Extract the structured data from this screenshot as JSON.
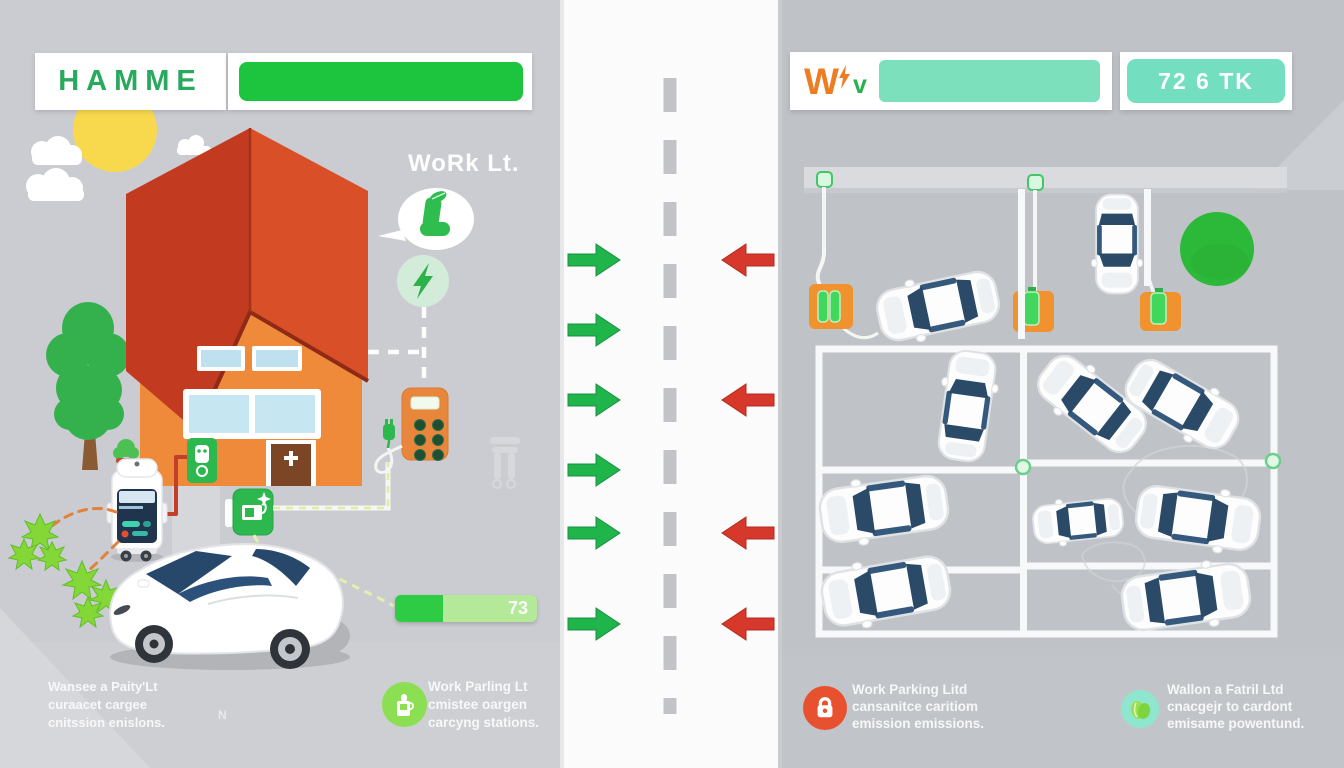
{
  "meta": {
    "type": "infographic-illustration",
    "theme": "EV charging comparison: home vs workplace parking lot"
  },
  "left_panel": {
    "header": {
      "brand": "HAMME"
    },
    "scene_label": "WoRk Lt.",
    "battery": {
      "value": "73",
      "percent_filled": 34
    },
    "captions": [
      {
        "lines": [
          "Wansee a Paity'Lt",
          "curaacet cargee",
          "cnitssion enislons."
        ],
        "footnote": "N"
      },
      {
        "icon": "ev-charger-icon",
        "lines": [
          "Work Parling Lt",
          "cmistee oargen",
          "carcyng stations."
        ]
      }
    ]
  },
  "divider": {
    "green_arrow_count": 6,
    "red_arrow_count": 4
  },
  "right_panel": {
    "header": {
      "brand_main": "W",
      "brand_sub": "v",
      "badge": "72 6 TK"
    },
    "captions": [
      {
        "icon": "padlock-icon",
        "lines": [
          "Work Parking Litd",
          "cansanitce caritiom",
          "emission emissions."
        ]
      },
      {
        "icon": "leaf-icon",
        "lines": [
          "Wallon a Fatril Ltd",
          "cnacgejr to cardont",
          "emisame powentund."
        ]
      }
    ],
    "parking": {
      "cars_in_grid": 8,
      "cars_at_chargers": 2,
      "charging_pads": 3
    }
  },
  "colors": {
    "bg_left": "#cbccd1",
    "bg_right": "#bfc2c7",
    "road": "#fbfbfc",
    "brand_green": "#29a95e",
    "progress_green": "#1dc43e",
    "mint_bar": "#7ce0bd",
    "badge_mint": "#74dec0",
    "brand_orange": "#ed7d23",
    "roof_red_dark": "#c23a20",
    "roof_red": "#d94f28",
    "wall_orange": "#ee8a3a",
    "door_brown": "#7c4526",
    "ev_green": "#2db84f",
    "pad_orange": "#f0932f",
    "arrow_green": "#1fb54a",
    "arrow_red": "#d6392b",
    "battery_fill": "#2ecc44",
    "battery_track": "#b3e998",
    "car_window_navy": "#2a4a68",
    "caption_red": "#e8512f",
    "caption_lime": "#8cdf52",
    "caption_mint": "#8ee6cf",
    "green_dot": "#2cb838"
  }
}
